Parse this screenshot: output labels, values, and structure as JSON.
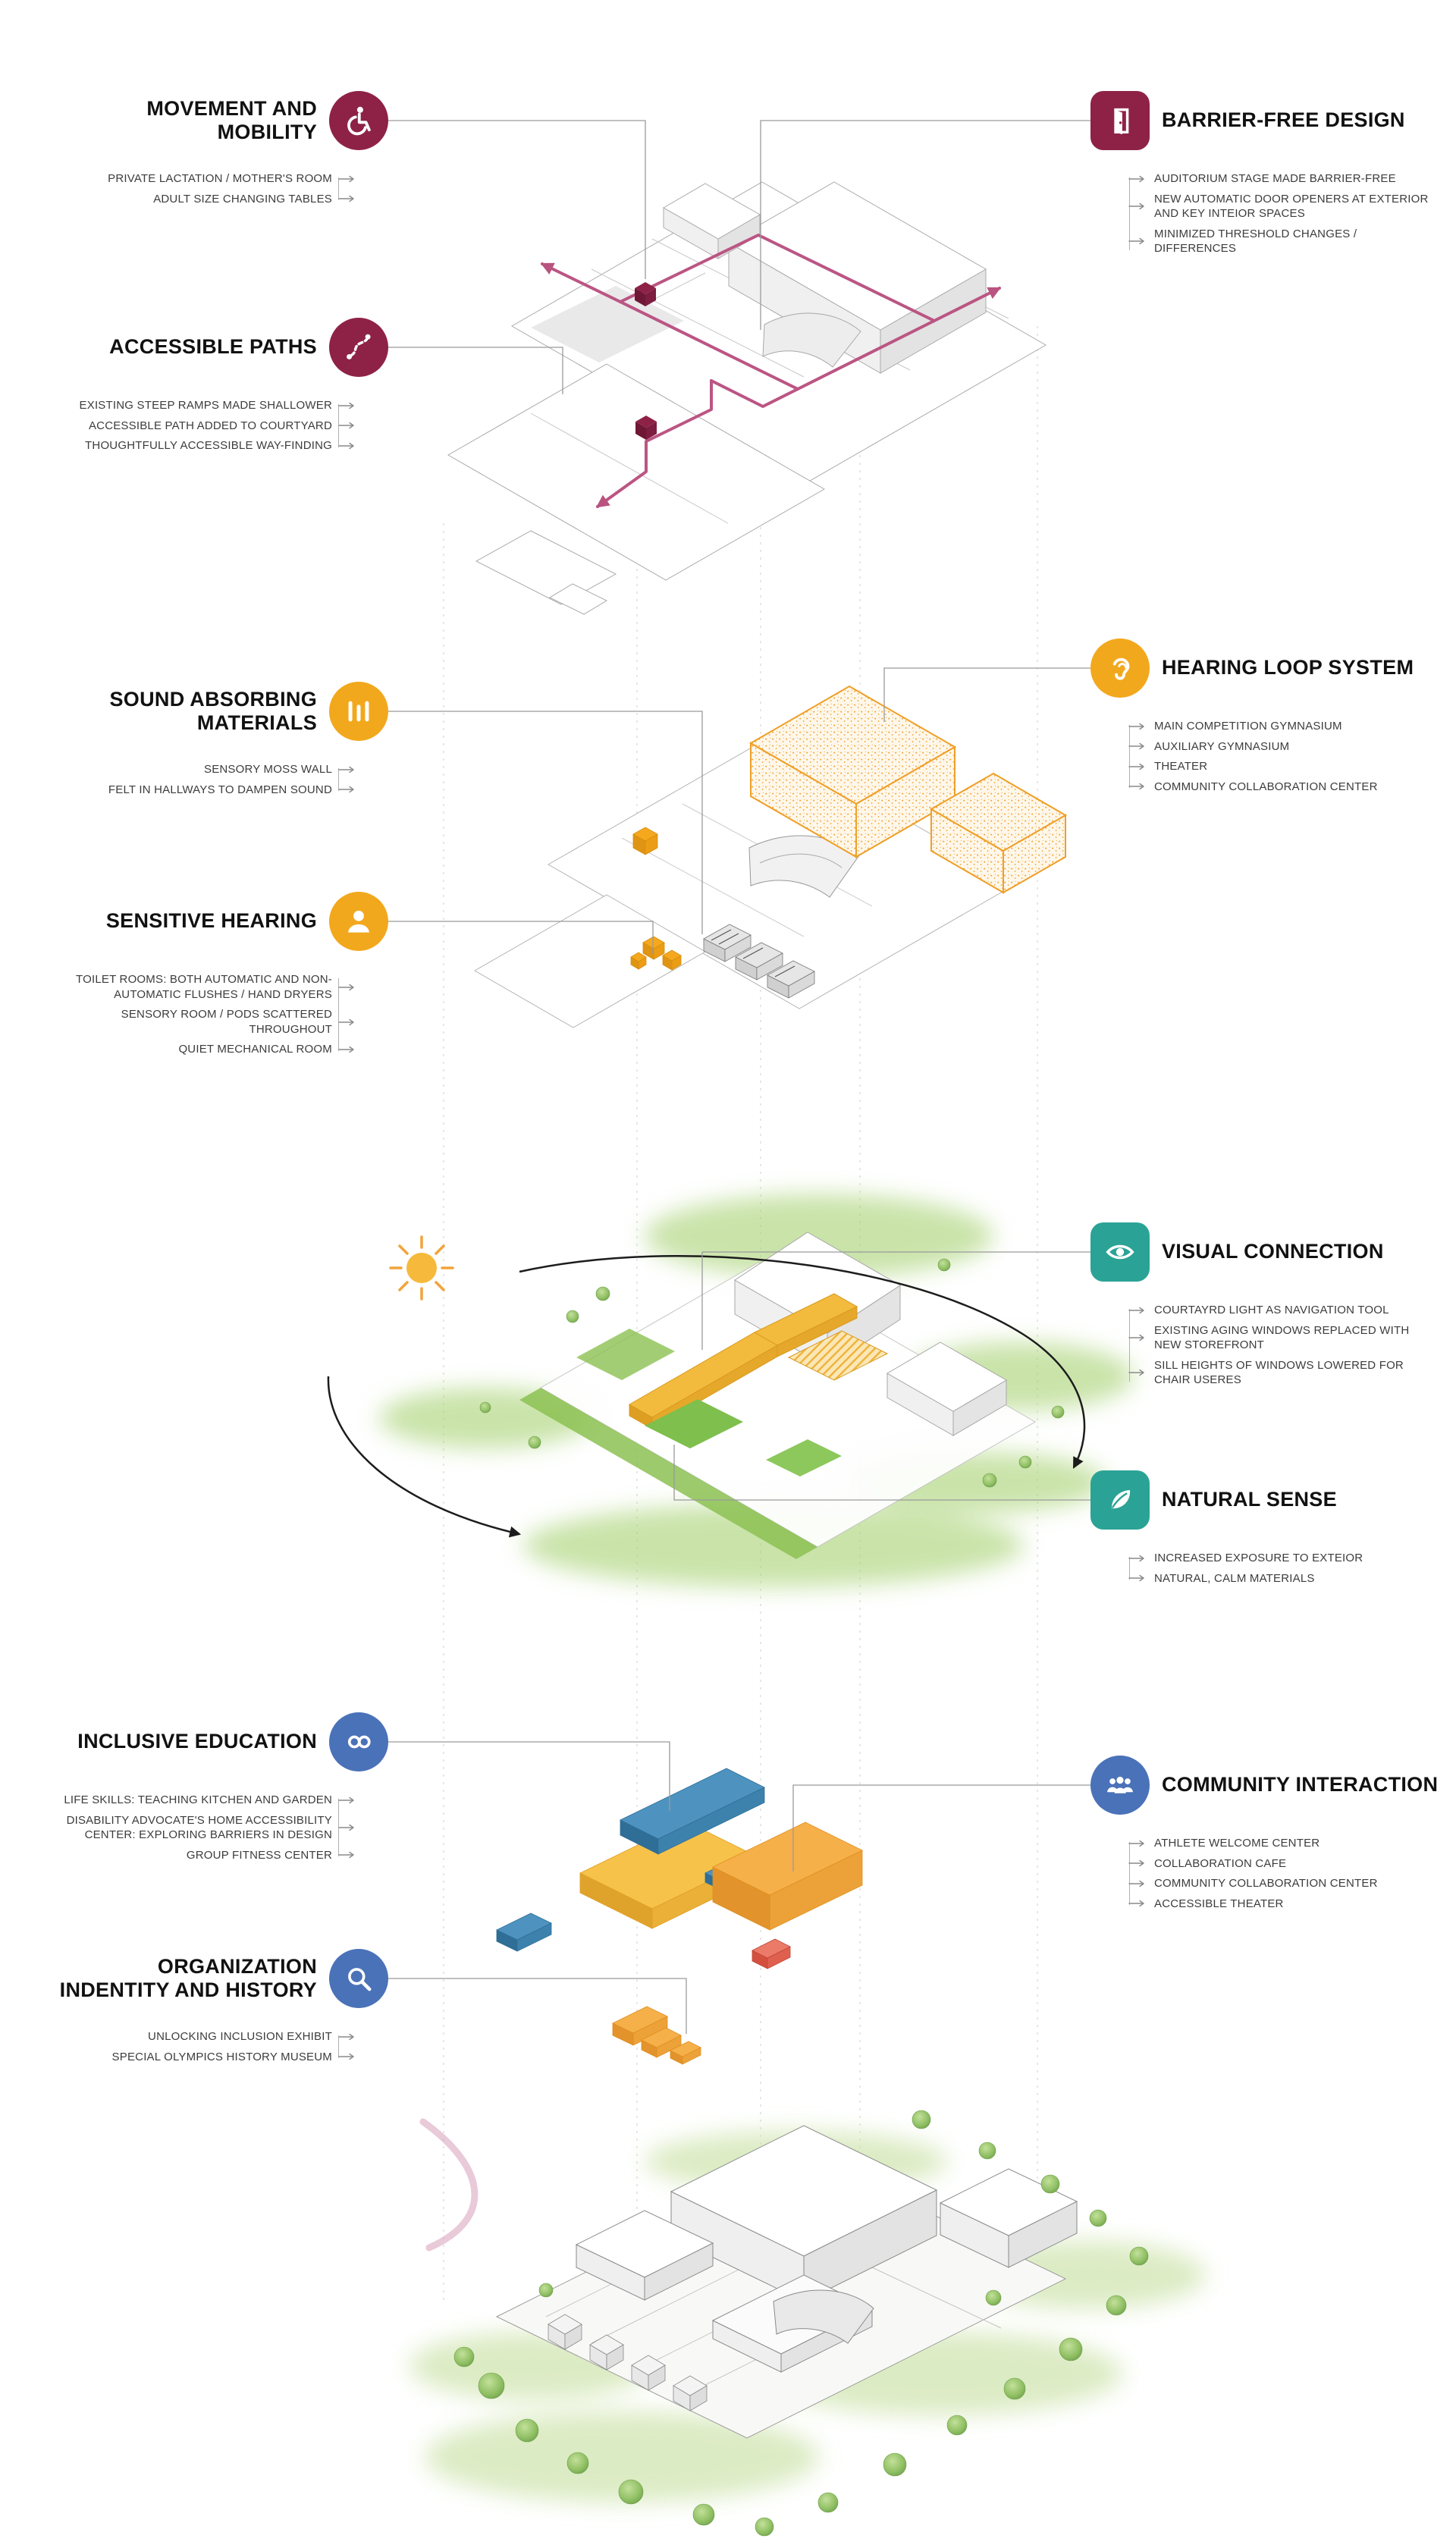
{
  "colors": {
    "maroon": "#8e2246",
    "yellow": "#f2a81d",
    "teal": "#2aa396",
    "blue": "#4a72b8",
    "rose_path": "#bb5584",
    "orange_box": "#f6b04a",
    "blue_box": "#4e93c0",
    "green": "#8cc152"
  },
  "groups": {
    "movement": {
      "title": "MOVEMENT AND MOBILITY",
      "icon": "wheelchair-icon",
      "items": [
        "PRIVATE LACTATION / MOTHER'S ROOM",
        "ADULT SIZE CHANGING TABLES"
      ]
    },
    "accessible_paths": {
      "title": "ACCESSIBLE PATHS",
      "icon": "route-icon",
      "items": [
        "EXISTING STEEP RAMPS MADE SHALLOWER",
        "ACCESSIBLE PATH ADDED TO COURTYARD",
        "THOUGHTFULLY ACCESSIBLE WAY-FINDING"
      ]
    },
    "barrier_free": {
      "title": "BARRIER-FREE DESIGN",
      "icon": "door-icon",
      "items": [
        "AUDITORIUM STAGE MADE BARRIER-FREE",
        "NEW AUTOMATIC DOOR OPENERS AT EXTERIOR AND KEY INTEIOR SPACES",
        "MINIMIZED THRESHOLD CHANGES / DIFFERENCES"
      ]
    },
    "sound_absorbing": {
      "title": "SOUND ABSORBING MATERIALS",
      "icon": "acoustic-panel-icon",
      "items": [
        "SENSORY MOSS WALL",
        "FELT IN HALLWAYS TO DAMPEN SOUND"
      ]
    },
    "hearing_loop": {
      "title": "HEARING LOOP SYSTEM",
      "icon": "ear-icon",
      "items": [
        "MAIN COMPETITION GYMNASIUM",
        "AUXILIARY GYMNASIUM",
        "THEATER",
        "COMMUNITY COLLABORATION CENTER"
      ]
    },
    "sensitive_hearing": {
      "title": "SENSITIVE HEARING",
      "icon": "person-icon",
      "items": [
        "TOILET ROOMS: BOTH AUTOMATIC AND NON-AUTOMATIC FLUSHES / HAND DRYERS",
        "SENSORY ROOM / PODS SCATTERED THROUGHOUT",
        "QUIET MECHANICAL ROOM"
      ]
    },
    "visual_connection": {
      "title": "VISUAL CONNECTION",
      "icon": "eye-icon",
      "items": [
        "COURTAYRD LIGHT AS NAVIGATION TOOL",
        "EXISTING AGING WINDOWS REPLACED WITH NEW STOREFRONT",
        "SILL HEIGHTS OF WINDOWS LOWERED FOR CHAIR USERES"
      ]
    },
    "natural_sense": {
      "title": "NATURAL SENSE",
      "icon": "leaf-icon",
      "items": [
        "INCREASED EXPOSURE TO EXTEIOR",
        "NATURAL, CALM MATERIALS"
      ]
    },
    "inclusive_education": {
      "title": "INCLUSIVE EDUCATION",
      "icon": "linked-circles-icon",
      "items": [
        "LIFE SKILLS: TEACHING KITCHEN AND GARDEN",
        "DISABILITY ADVOCATE'S HOME ACCESSIBILITY CENTER: EXPLORING BARRIERS IN DESIGN",
        "GROUP FITNESS CENTER"
      ]
    },
    "community_interaction": {
      "title": "COMMUNITY INTERACTION",
      "icon": "people-group-icon",
      "items": [
        "ATHLETE WELCOME CENTER",
        "COLLABORATION CAFE",
        "COMMUNITY COLLABORATION CENTER",
        "ACCESSIBLE THEATER"
      ]
    },
    "organization_identity": {
      "title": "ORGANIZATION INDENTITY AND HISTORY",
      "icon": "magnifier-icon",
      "items": [
        "UNLOCKING INCLUSION EXHIBIT",
        "SPECIAL OLYMPICS HISTORY MUSEUM"
      ]
    }
  }
}
